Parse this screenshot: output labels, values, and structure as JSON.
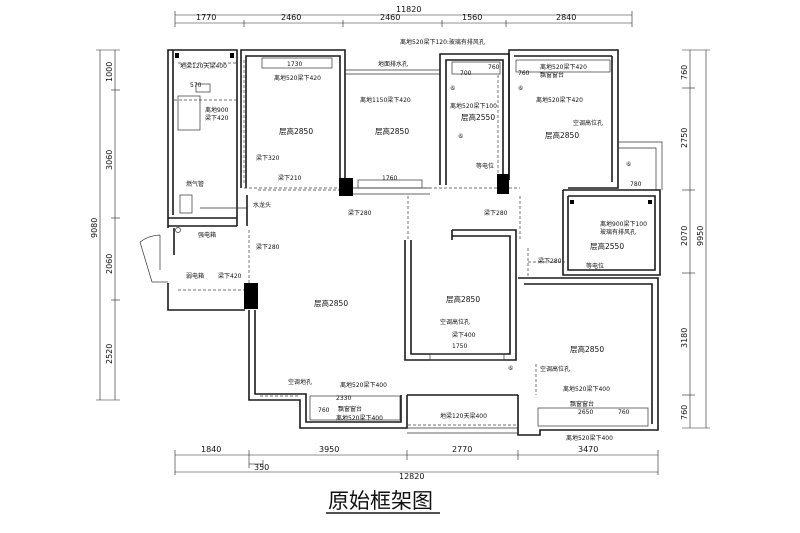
{
  "title": "原始框架图",
  "dims": {
    "top_total": "11820",
    "top": [
      "1770",
      "2460",
      "2460",
      "1560",
      "2840"
    ],
    "bottom_total": "12820",
    "bottom": [
      "1840",
      "3950",
      "2770",
      "3470"
    ],
    "bottom_small": "350",
    "left_total": "9080",
    "left": [
      "1000",
      "3060",
      "2060",
      "2520"
    ],
    "right_total": "9950",
    "right": [
      "760",
      "2750",
      "2070",
      "3180",
      "760"
    ]
  },
  "rooms": {
    "r1": "层高2850",
    "r2": "层高2850",
    "r3": "层高2550",
    "r4": "层高2850",
    "r5": "层高2550",
    "r6": "层高2850",
    "r7": "层高2850",
    "r8": "层高2850"
  },
  "labels": {
    "l1": "地梁120天梁400",
    "l2": "570",
    "l3": "离地900",
    "l4": "梁下420",
    "l5": "1730",
    "l6": "离地520梁下420",
    "l7": "地面排水孔",
    "l8": "离地1150梁下420",
    "l9": "离地520梁下120:玻璃有排风孔",
    "l10": "700",
    "l11": "760",
    "l12": "离地520梁下420",
    "l13": "飘窗窗台",
    "l14": "760",
    "l15": "离地520梁下420",
    "l16": "离地520梁下100",
    "l17": "空调高位孔",
    "l18": "梁下320",
    "l19": "燃气管",
    "l20": "梁下210",
    "l21": "1760",
    "l22": "等电位",
    "l23": "780",
    "l24": "水龙头",
    "l25": "梁下280",
    "l26": "梁下280",
    "l27": "离地900梁下100",
    "l28": "玻璃有排风孔",
    "l29": "强电箱",
    "l30": "梁下280",
    "l31": "弱电箱",
    "l32": "梁下420",
    "l33": "梁下280",
    "l34": "等电位",
    "l35": "空调高位孔",
    "l36": "梁下400",
    "l37": "1750",
    "l38": "空调高位孔",
    "l39": "空调地孔",
    "l40": "离地520梁下400",
    "l41": "2330",
    "l42": "760",
    "l43": "飘窗窗台",
    "l44": "离地520梁下400",
    "l45": "离地520梁下400",
    "l46": "飘窗窗台",
    "l47": "2650",
    "l48": "760",
    "l49": "地梁120天梁400",
    "l50": "离地520梁下400"
  },
  "markers": {
    "m1": "⑥",
    "m2": "⑥",
    "m3": "⑥",
    "m4": "⑥",
    "m5": "⑥"
  }
}
